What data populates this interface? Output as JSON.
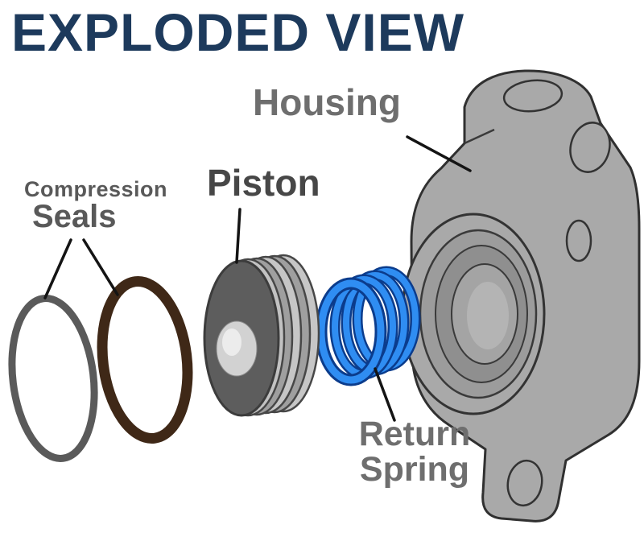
{
  "title": {
    "text": "EXPLODED VIEW",
    "color": "#1d3a5c"
  },
  "labels": {
    "housing": "Housing",
    "compression": "Compression",
    "seals": "Seals",
    "piston": "Piston",
    "return_spring": {
      "line1": "Return",
      "line2": "Spring"
    }
  },
  "colors": {
    "label_gray": "#6e6e6e",
    "seals_label_gray": "#595959",
    "piston_label_gray": "#474747",
    "leader_black": "#141414",
    "seal_gray": "#5a5a5a",
    "seal_brown": "#3f2817",
    "spring_blue": "#2f8df2",
    "spring_blue_dark": "#0b3c8c",
    "housing_gray": "#a9a9a9",
    "housing_outline": "#303030",
    "piston_face_gray": "#5d5d5d",
    "piston_side_gray": "#c6c6c6"
  }
}
